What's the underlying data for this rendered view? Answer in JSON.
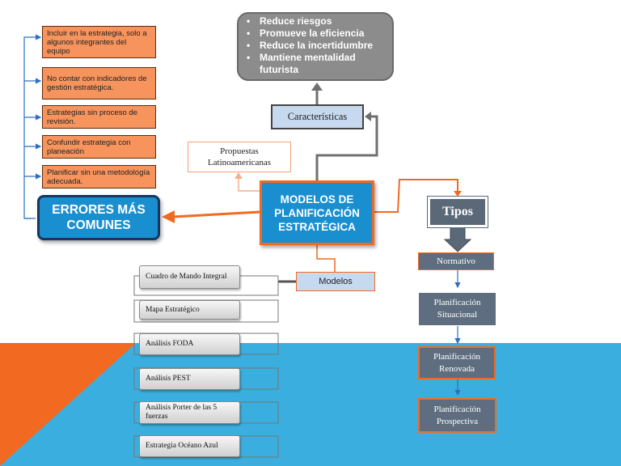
{
  "errores": {
    "title": "ERRORES MÁS COMUNES",
    "items": [
      "Incluir en la estrategia, solo a algunos integrantes del equipo",
      "No contar con indicadores de gestión estratégica.",
      "Estrategias sin proceso de revisión.",
      "Confundir estrategia con planeación",
      "Planificar sin una metodología adecuada."
    ]
  },
  "center": {
    "title": "MODELOS DE PLANIFICACIÓN ESTRATÉGICA"
  },
  "caracteristicas": {
    "label": "Características",
    "bullets": [
      "Reduce riesgos",
      "Promueve la eficiencia",
      "Reduce la incertidumbre",
      "Mantiene mentalidad futurista"
    ]
  },
  "propuestas": {
    "label": "Propuestas Latinoamericanas"
  },
  "modelos": {
    "label": "Modelos",
    "items": [
      "Cuadro de Mando Integral",
      "Mapa Estratégico",
      "Análisis FODA",
      "Análisis PEST",
      "Análisis Porter de las 5 fuerzas",
      "Estrategia Océano Azul"
    ]
  },
  "tipos": {
    "label": "Tipos",
    "items": [
      "Normativo",
      "Planificación Situacional",
      "Planificación Renovada",
      "Planificación Prospectiva"
    ]
  },
  "colors": {
    "orange": "#f26a21",
    "blue": "#1a8fd0",
    "background_blue": "#3aaede",
    "gray": "#8c8c8c",
    "slate": "#5e6e80"
  }
}
